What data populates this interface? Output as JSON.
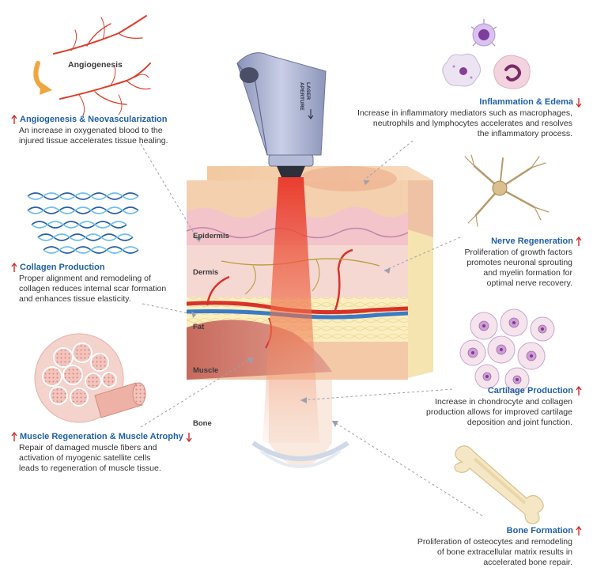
{
  "colors": {
    "title_blue": "#1f5fa8",
    "arrow_red": "#d42c2c",
    "laser_red": "#e8342a"
  },
  "device": {
    "label_line1": "LASER",
    "label_line2": "APERTURE"
  },
  "labels": {
    "angiogenesis": "Angiogenesis",
    "epidermis": "Epidermis",
    "dermis": "Dermis",
    "fat": "Fat",
    "muscle": "Muscle",
    "bone": "Bone"
  },
  "effects": {
    "angiogenesis": {
      "title": "Angiogenesis & Neovascularization",
      "line1": "An increase in oxygenated blood to the",
      "line2": "injured tissue accelerates tissue healing.",
      "direction": "up"
    },
    "collagen": {
      "title": "Collagen Production",
      "line1": "Proper alignment and remodeling of",
      "line2": "collagen reduces internal scar formation",
      "line3": "and enhances tissue elasticity.",
      "direction": "up"
    },
    "muscle": {
      "title": "Muscle Regeneration & Muscle Atrophy",
      "line1": "Repair of damaged muscle fibers and",
      "line2": "activation of myogenic satellite cells",
      "line3": "leads to regeneration of muscle tissue.",
      "direction": "up-down"
    },
    "inflammation": {
      "title": "Inflammation & Edema",
      "line1": "Increase in inflammatory mediators such as macrophages,",
      "line2": "neutrophils and lymphocytes  accelerates and resolves",
      "line3": "the inflammatory process.",
      "direction": "down"
    },
    "nerve": {
      "title": "Nerve Regeneration",
      "line1": "Proliferation of growth factors",
      "line2": "promotes neuronal sprouting",
      "line3": "and myelin formation for",
      "line4": "optimal nerve recovery.",
      "direction": "up"
    },
    "cartilage": {
      "title": "Cartilage Production",
      "line1": "Increase in chondrocyte and collagen",
      "line2": "production allows for improved cartilage",
      "line3": "deposition and joint function.",
      "direction": "up"
    },
    "bone": {
      "title": "Bone Formation",
      "line1": "Proliferation of osteocytes and remodeling",
      "line2": "of bone extracellular matrix results in",
      "line3": "accelerated bone repair.",
      "direction": "up"
    }
  }
}
